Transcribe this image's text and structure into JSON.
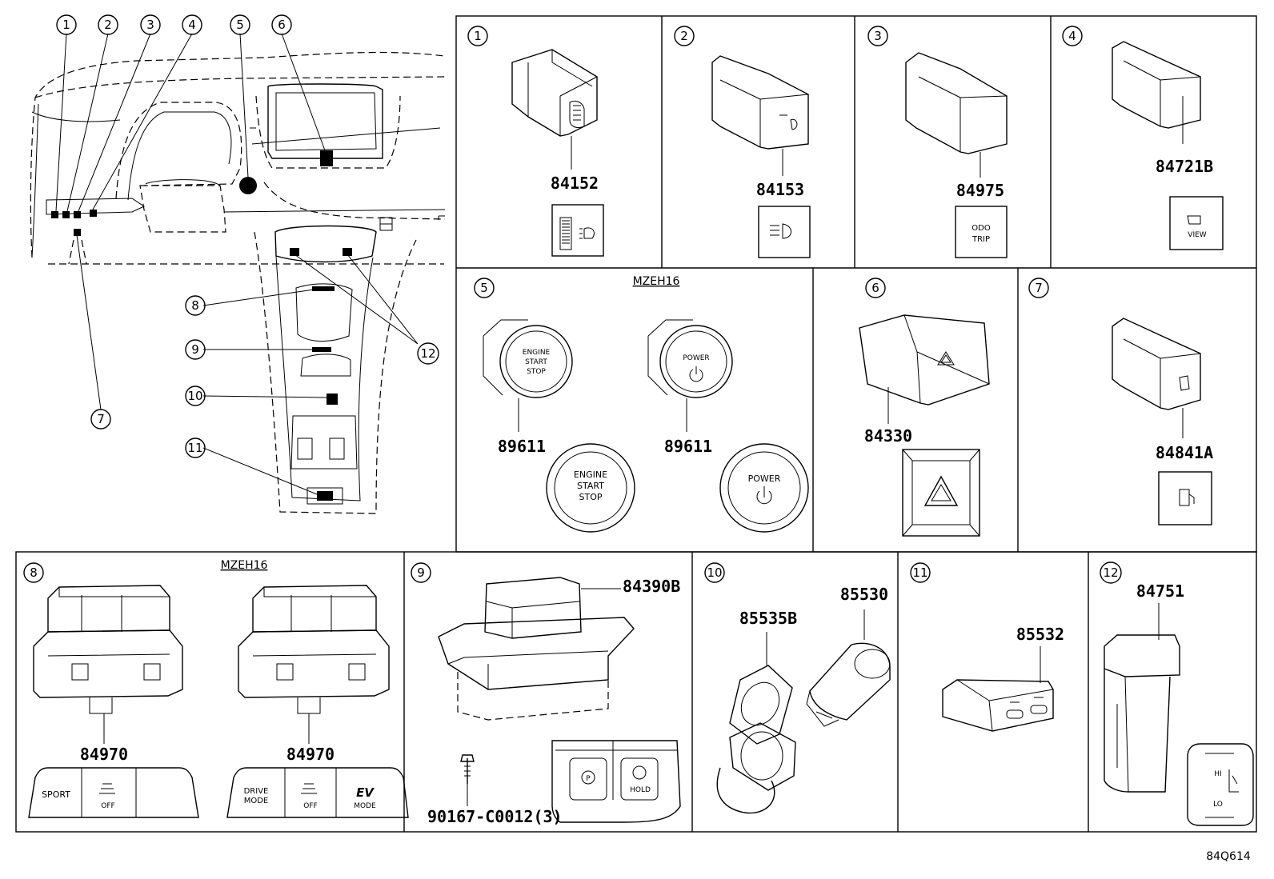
{
  "callout_numbers": [
    "1",
    "2",
    "3",
    "4",
    "5",
    "6",
    "7",
    "8",
    "9",
    "10",
    "11",
    "12"
  ],
  "panels": [
    {
      "id": "1",
      "part": "84152"
    },
    {
      "id": "2",
      "part": "84153"
    },
    {
      "id": "3",
      "part": "84975",
      "icon_text": [
        "ODO",
        "TRIP"
      ]
    },
    {
      "id": "4",
      "part": "84721B",
      "icon_text": [
        "VIEW"
      ]
    },
    {
      "id": "5",
      "model": "MZEH16",
      "parts": [
        "89611",
        "89611"
      ],
      "engine_text": [
        "ENGINE",
        "START",
        "STOP"
      ],
      "power_text": [
        "POWER"
      ]
    },
    {
      "id": "6",
      "part": "84330"
    },
    {
      "id": "7",
      "part": "84841A"
    },
    {
      "id": "8",
      "model": "MZEH16",
      "parts": [
        "84970",
        "84970"
      ],
      "switch_a": [
        "SPORT",
        "OFF"
      ],
      "switch_b": [
        "DRIVE",
        "MODE",
        "OFF",
        "EV",
        "MODE"
      ]
    },
    {
      "id": "9",
      "parts": [
        "84390B",
        "90167-C0012(3)"
      ],
      "hold_text": "HOLD"
    },
    {
      "id": "10",
      "parts": [
        "85535B",
        "85530"
      ]
    },
    {
      "id": "11",
      "part": "85532"
    },
    {
      "id": "12",
      "part": "84751",
      "seat_text": [
        "HI",
        "LO"
      ]
    }
  ],
  "diagram_code": "84Q614"
}
